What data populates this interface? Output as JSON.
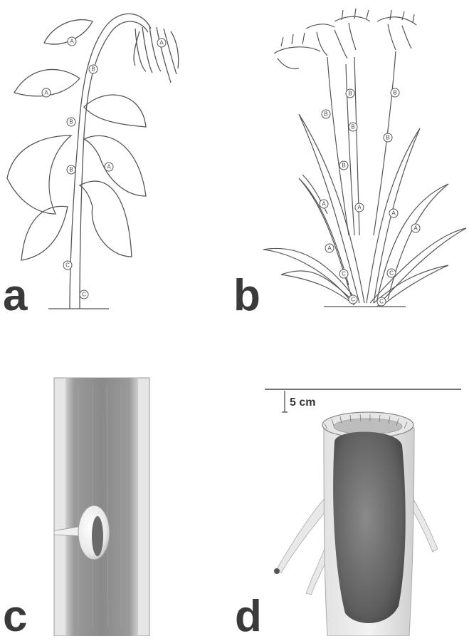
{
  "panels": {
    "a": {
      "letter": "a"
    },
    "b": {
      "letter": "b"
    },
    "c": {
      "letter": "c"
    },
    "d": {
      "letter": "d"
    }
  },
  "labels": {
    "A": "A",
    "B": "B",
    "C": "C"
  },
  "scale": {
    "text": "5 cm"
  },
  "colors": {
    "line": "#555555",
    "stem": "#8a8a8a",
    "flesh": "#6e6e6e"
  }
}
